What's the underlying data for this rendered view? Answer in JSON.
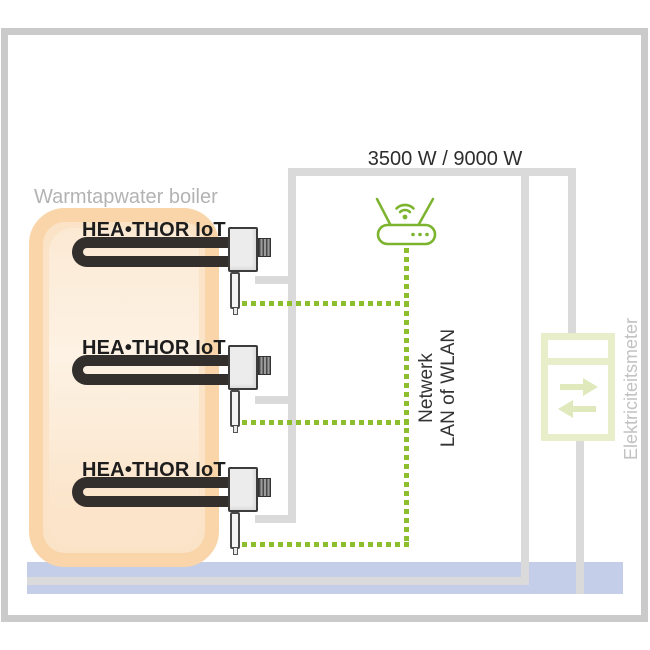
{
  "power_label": "3500 W / 9000 W",
  "boiler": {
    "label": "Warmtapwater boiler",
    "elements": [
      {
        "label": "HEA•THOR IoT"
      },
      {
        "label": "HEA•THOR IoT"
      },
      {
        "label": "HEA•THOR IoT"
      }
    ]
  },
  "network": {
    "line1": "Netwerk",
    "line2": "LAN of WLAN"
  },
  "meter": {
    "label": "Elektriciteitsmeter"
  },
  "colors": {
    "accent_green": "#7cb430",
    "dot_green": "#8cbe2d",
    "wire_gray": "#dadada",
    "frame_gray": "#cacaca",
    "boiler_border": "#f9d5a9",
    "boiler_fill": "#fbe3c7",
    "floor_blue": "#c5cee9",
    "meter_green": "#e7eec9",
    "meter_arrow": "#dfe9bc",
    "label_gray": "#b3b3b3",
    "text_dark": "#2d2d2d"
  }
}
